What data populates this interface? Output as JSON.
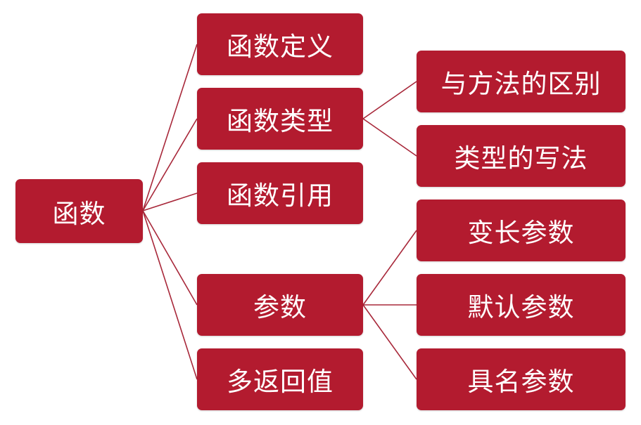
{
  "colors": {
    "node_fill": "#b31b2f",
    "node_text": "#ffffff",
    "connector": "#a8283a"
  },
  "root": {
    "label": "函数"
  },
  "level1": {
    "definition": {
      "label": "函数定义"
    },
    "types": {
      "label": "函数类型"
    },
    "reference": {
      "label": "函数引用"
    },
    "parameters": {
      "label": "参数"
    },
    "multi_return": {
      "label": "多返回值"
    }
  },
  "level2": {
    "types_children": [
      {
        "label": "与方法的区别"
      },
      {
        "label": "类型的写法"
      }
    ],
    "parameters_children": [
      {
        "label": "变长参数"
      },
      {
        "label": "默认参数"
      },
      {
        "label": "具名参数"
      }
    ]
  }
}
